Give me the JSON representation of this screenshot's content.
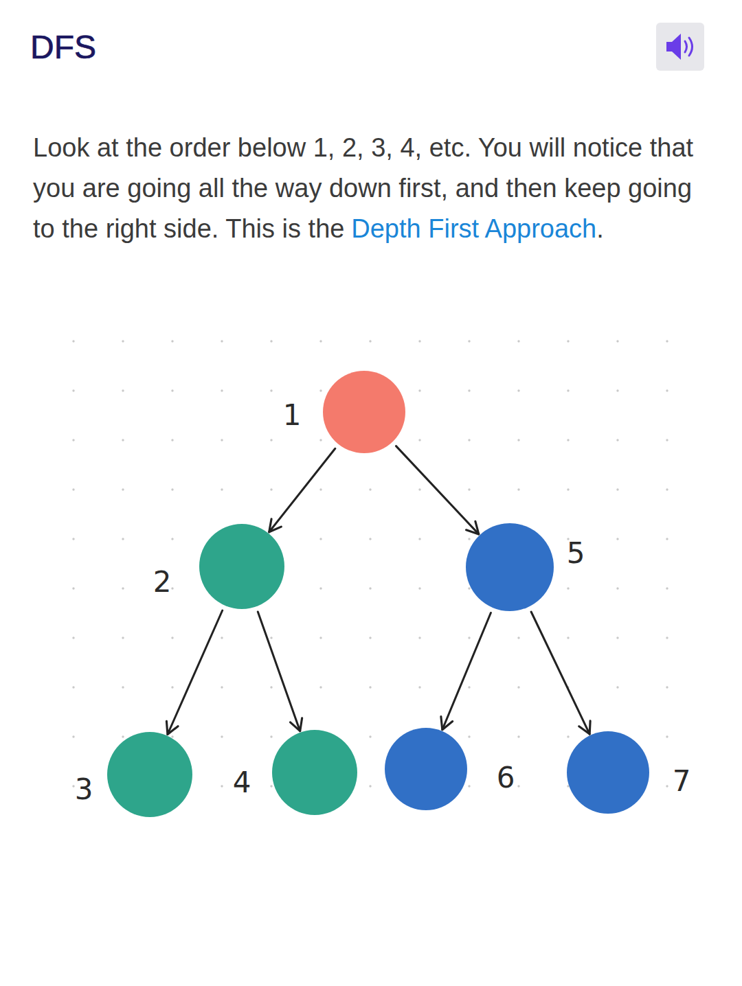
{
  "diagram": {
    "title": "DFS",
    "nodes": [
      {
        "text": [
          "1"
        ]
      },
      {
        "text": [
          "2"
        ]
      },
      {
        "text": [
          "5"
        ]
      },
      {
        "text": [
          "3"
        ]
      },
      {
        "text": [
          "4"
        ]
      },
      {
        "text": [
          "6"
        ]
      },
      {
        "text": [
          "7"
        ]
      }
    ],
    "edges": [
      {
        "from": 0,
        "to": 1,
        "arrow": "to"
      },
      {
        "from": 0,
        "to": 2,
        "arrow": "to"
      },
      {
        "from": 1,
        "to": 3,
        "arrow": "to"
      },
      {
        "from": 1,
        "to": 4,
        "arrow": "to"
      },
      {
        "from": 2,
        "to": 5,
        "arrow": "to"
      },
      {
        "from": 2,
        "to": 6,
        "arrow": "to"
      }
    ],
    "labels": [
      "Look at the order below 1, 2, 3, 4, etc. You will notice that you are going all the way down first, and then keep going to the right side. This is the",
      "Depth First Approach",
      "."
    ]
  }
}
